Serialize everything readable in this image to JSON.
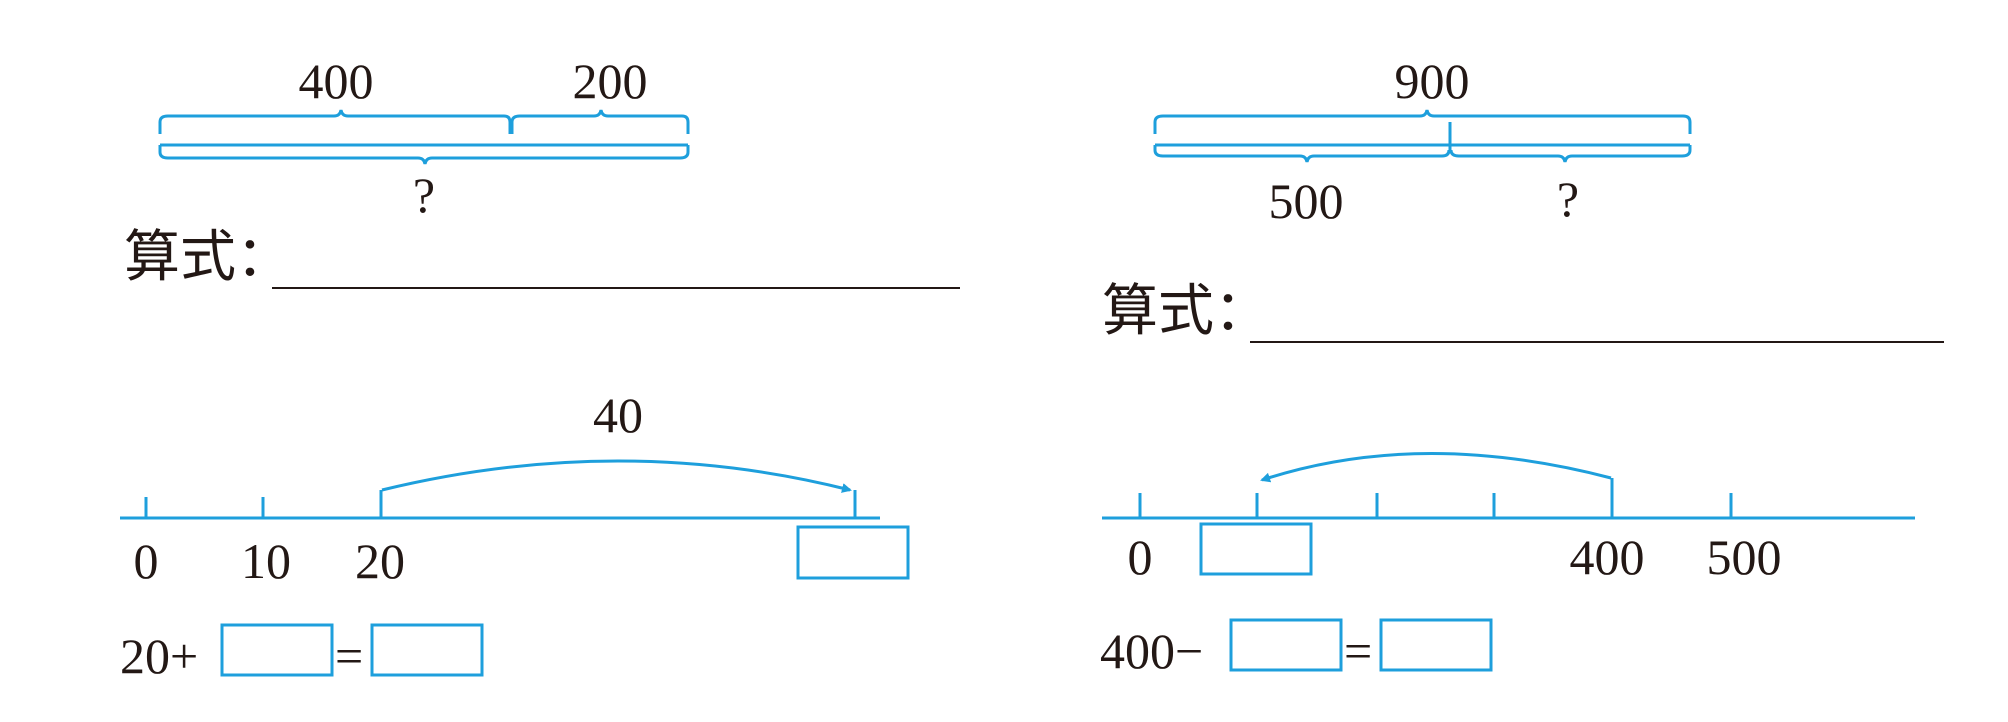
{
  "problem1": {
    "part_a": "400",
    "part_b": "200",
    "total_unknown": "?",
    "formula_label": "算式："
  },
  "problem2": {
    "total": "900",
    "part_a": "500",
    "part_b_unknown": "?",
    "formula_label": "算式："
  },
  "numberline1": {
    "jump_label": "40",
    "tick_labels": [
      "0",
      "10",
      "20"
    ],
    "equation_start": "20+",
    "equals": "="
  },
  "numberline2": {
    "tick_labels": [
      "0",
      "400",
      "500"
    ],
    "equation_start": "400−",
    "equals": "="
  },
  "colors": {
    "accent": "#1e9fdc",
    "text": "#231815"
  }
}
